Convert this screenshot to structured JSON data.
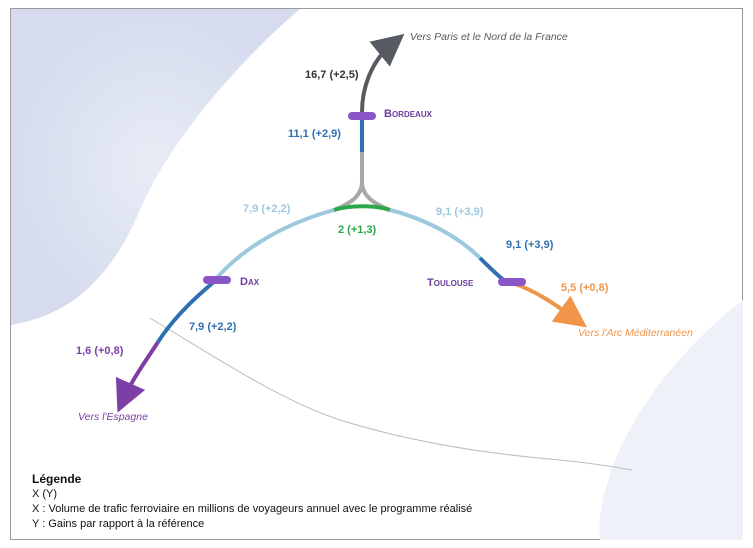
{
  "colors": {
    "dark_grey": "#555b61",
    "blue_dark": "#2e6fb0",
    "blue_light": "#9cc9dd",
    "green": "#2aa84a",
    "purple": "#7b3fa6",
    "orange": "#f0954a",
    "station": "#8a55c7"
  },
  "cities": {
    "bordeaux": "Bordeaux",
    "dax": "Dax",
    "toulouse": "Toulouse"
  },
  "destinations": {
    "paris": "Vers Paris et le Nord de la France",
    "espagne": "Vers l'Espagne",
    "mediterranee": "Vers l'Arc Méditerranéen"
  },
  "segments": {
    "paris": "16,7  (+2,5)",
    "bordeaux_branch": "11,1  (+2,9)",
    "bordeaux_dax": "7,9  (+2,2)",
    "common_trunk": "2  (+1,3)",
    "trunk_toulouse": "9,1  (+3,9)",
    "toulouse_approach": "9,1  (+3,9)",
    "dax_south": "7,9  (+2,2)",
    "espagne": "1,6  (+0,8)",
    "mediterranee": "5,5  (+0,8)"
  },
  "legend": {
    "title": "Légende",
    "format": "X  (Y)",
    "x_def": "X : Volume de trafic ferroviaire en millions de voyageurs annuel avec le programme réalisé",
    "y_def": "Y : Gains par rapport à la référence"
  }
}
